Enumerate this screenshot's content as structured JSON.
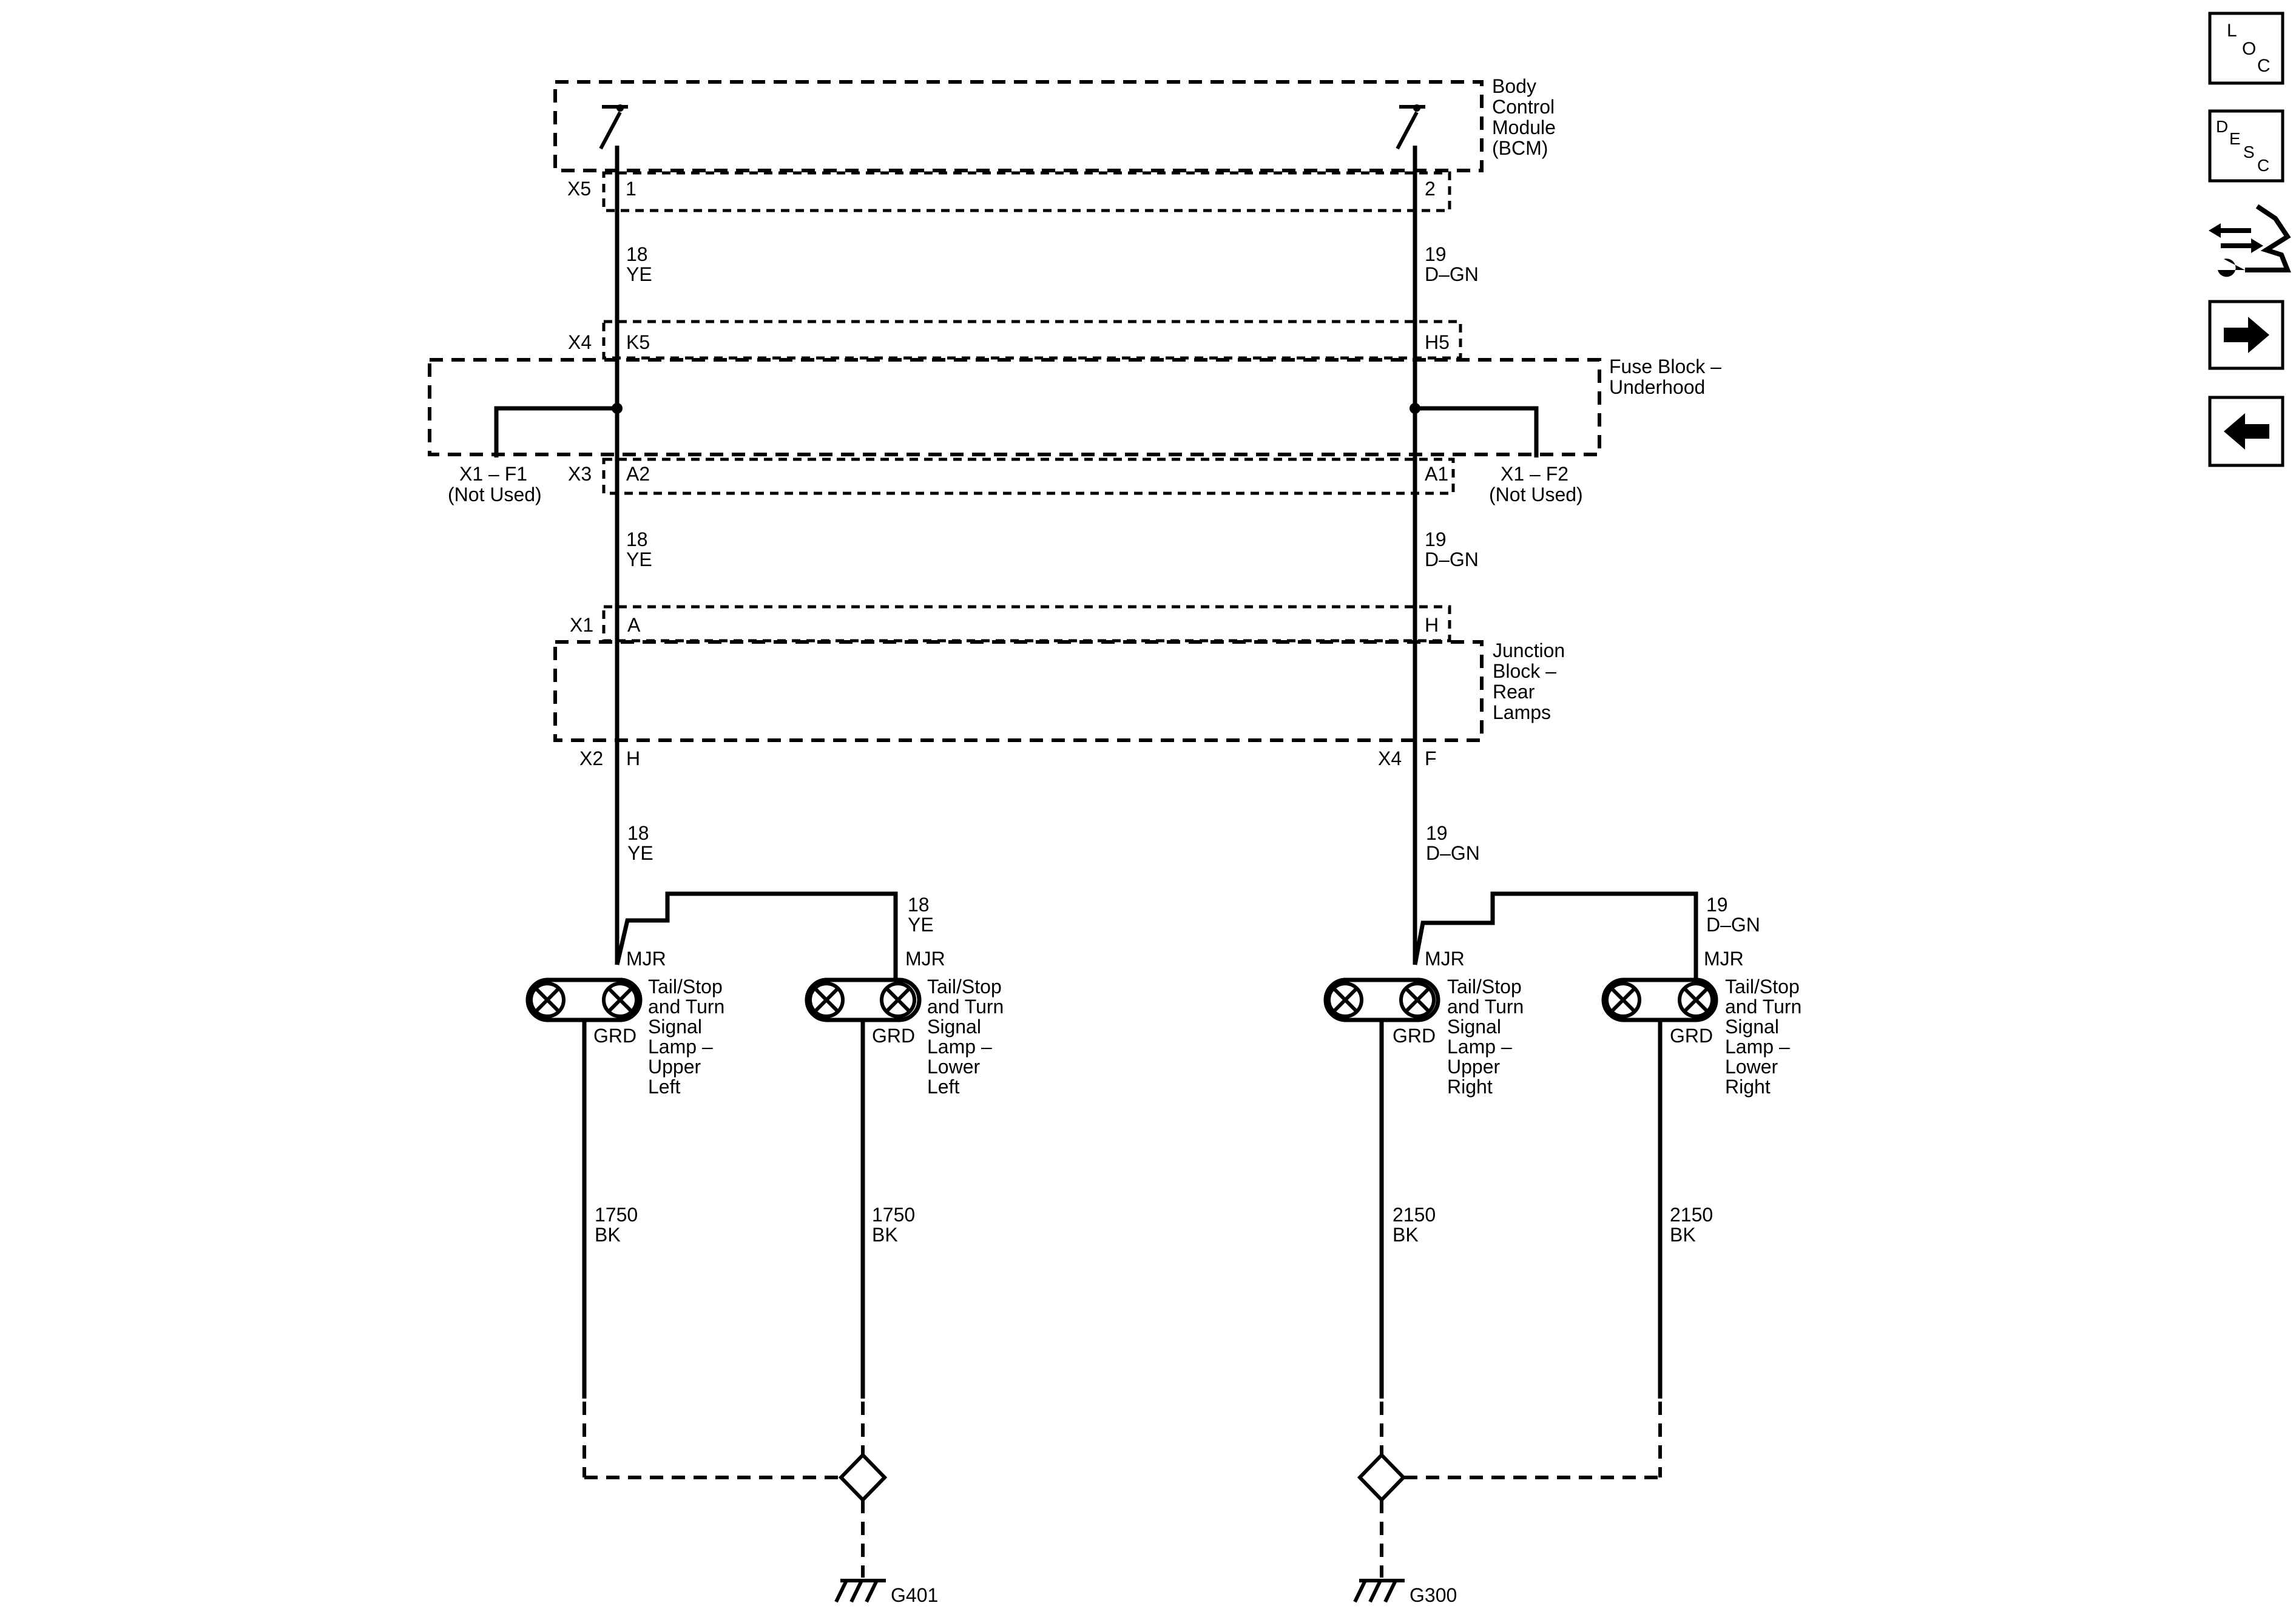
{
  "modules": {
    "bcm": [
      "Body",
      "Control",
      "Module",
      "(BCM)"
    ],
    "fuse_block": [
      "Fuse Block –",
      "Underhood"
    ],
    "junction_block": [
      "Junction",
      "Block –",
      "Rear",
      "Lamps"
    ]
  },
  "connectors": {
    "x5": "X5",
    "x5_pin_left": "1",
    "x5_pin_right": "2",
    "x4_top": "X4",
    "x4_pin_left": "K5",
    "x4_pin_right": "H5",
    "x3": "X3",
    "x3_pin_left": "A2",
    "x3_pin_right": "A1",
    "x1_f1": "X1 – F1",
    "x1_f2": "X1 – F2",
    "not_used": "(Not Used)",
    "x1": "X1",
    "x1_pin_left": "A",
    "x1_pin_right": "H",
    "x2": "X2",
    "x2_pin": "H",
    "x4_bottom": "X4",
    "x4b_pin": "F"
  },
  "wires": {
    "left_circuit": "18",
    "left_color": "YE",
    "right_circuit": "19",
    "right_color": "D–GN",
    "ground_left_circuit": "1750",
    "ground_right_circuit": "2150",
    "ground_color": "BK"
  },
  "lamps": {
    "mjr": "MJR",
    "grd": "GRD",
    "upper_left": [
      "Tail/Stop",
      "and Turn",
      "Signal",
      "Lamp –",
      "Upper",
      "Left"
    ],
    "lower_left": [
      "Tail/Stop",
      "and Turn",
      "Signal",
      "Lamp –",
      "Lower",
      "Left"
    ],
    "upper_right": [
      "Tail/Stop",
      "and Turn",
      "Signal",
      "Lamp –",
      "Upper",
      "Right"
    ],
    "lower_right": [
      "Tail/Stop",
      "and Turn",
      "Signal",
      "Lamp –",
      "Lower",
      "Right"
    ]
  },
  "grounds": {
    "left": "G401",
    "right": "G300"
  },
  "nav": {
    "loc": [
      "L",
      "O",
      "C"
    ],
    "desc": [
      "D",
      "E",
      "S",
      "C"
    ],
    "icons": [
      "loc-icon",
      "desc-icon",
      "connector-service-icon",
      "arrow-right-icon",
      "arrow-left-icon"
    ]
  }
}
